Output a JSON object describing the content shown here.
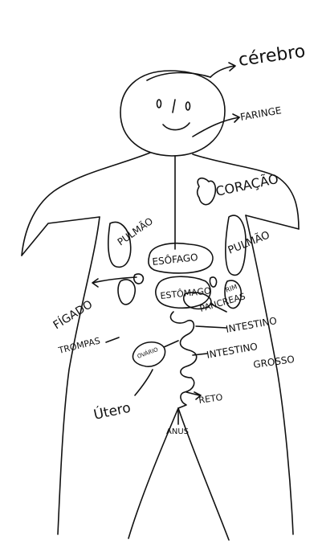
{
  "labels": {
    "cerebro": "cérebro",
    "faringe": "FARINGE",
    "coracao": "CORAÇÃO",
    "pulmao_left": "PULMÃO",
    "pulmao_right": "PULMÃO",
    "esofago": "ESÔFAGO",
    "estomago": "ESTÔMAGO",
    "figado": "FÍGADO",
    "pancreas": "PANCREAS",
    "intestino_delgado": "INTESTINO",
    "trompas": "TROMPAS",
    "intestino_grosso_1": "INTESTINO",
    "intestino_grosso_2": "GROSSO",
    "utero": "Útero",
    "reto": "RETO",
    "anus": "ANUS",
    "ovario": "OVÁRIO",
    "rim": "RIM"
  },
  "colors": {
    "ink": "#111111",
    "paper": "#ffffff"
  }
}
